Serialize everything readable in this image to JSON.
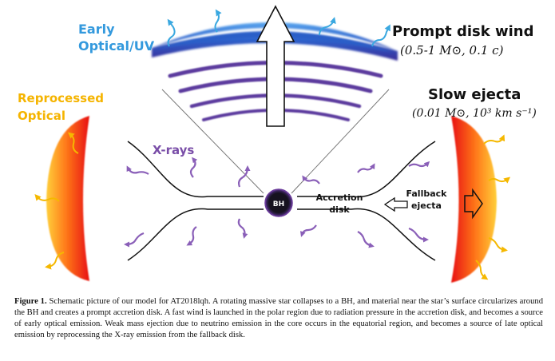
{
  "labels": {
    "early_optical": [
      "Early",
      "Optical/UV"
    ],
    "prompt_disk_wind": "Prompt disk wind",
    "prompt_disk_wind_params": "(0.5-1 M⊙, 0.1 c)",
    "reprocessed_optical": [
      "Reprocessed",
      "Optical"
    ],
    "slow_ejecta": "Slow ejecta",
    "slow_ejecta_params": "(0.01 M⊙, 10³ km s⁻¹)",
    "x_rays": "X-rays",
    "bh": "BH",
    "accretion_disk": [
      "Accretion",
      "disk"
    ],
    "fallback_ejecta": [
      "Fallback",
      "ejecta"
    ]
  },
  "colors": {
    "early_optical_text": "#3399dd",
    "reprocessed_text": "#f5b400",
    "xrays_text": "#7a4ea8",
    "xray_arrow": "#8a5fb8",
    "optical_arrow_blue": "#3aa8e0",
    "optical_arrow_yellow": "#f5b800",
    "wind_blue": "#2b5fc8",
    "wind_purple": "#5c3a9e",
    "ejecta_red": "#e81818",
    "ejecta_orange": "#ffa020",
    "bh_fill": "#1a1a2a",
    "bh_ring": "#6a3a9a"
  },
  "caption": {
    "label": "Figure 1.",
    "text": "Schematic picture of our model for AT2018lqh. A rotating massive star collapses to a BH, and material near the star’s surface circularizes around the BH and creates a prompt accretion disk. A fast wind is launched in the polar region due to radiation pressure in the accretion disk, and becomes a source of early optical emission. Weak mass ejection due to neutrino emission in the core occurs in the equatorial region, and becomes a source of late optical emission by reprocessing the X-ray emission from the fallback disk."
  }
}
